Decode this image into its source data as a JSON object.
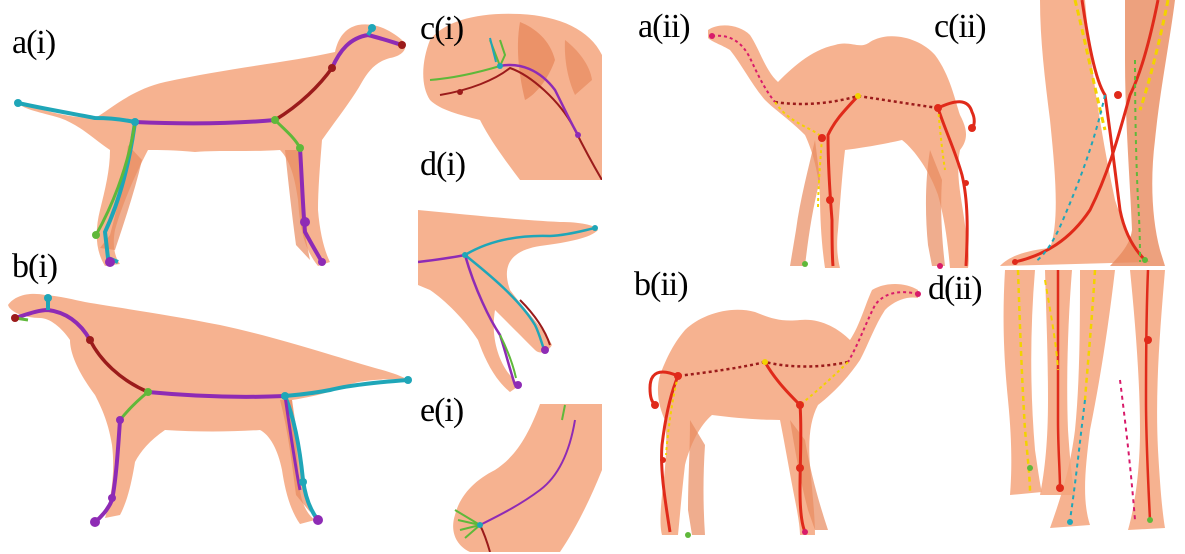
{
  "figure": {
    "panels": [
      {
        "id": "a_i",
        "label": "a(i)"
      },
      {
        "id": "b_i",
        "label": "b(i)"
      },
      {
        "id": "c_i",
        "label": "c(i)"
      },
      {
        "id": "d_i",
        "label": "d(i)"
      },
      {
        "id": "e_i",
        "label": "e(i)"
      },
      {
        "id": "a_ii",
        "label": "a(ii)"
      },
      {
        "id": "b_ii",
        "label": "b(ii)"
      },
      {
        "id": "c_ii",
        "label": "c(ii)"
      },
      {
        "id": "d_ii",
        "label": "d(ii)"
      }
    ]
  },
  "colors": {
    "mesh": "#f4a47c",
    "mesh_dark": "#e88a5e",
    "skeleton_purple": "#8e2bb5",
    "skeleton_cyan": "#1fa6b8",
    "skeleton_darkred": "#9b1b1b",
    "skeleton_green": "#5fb83a",
    "skeleton_red": "#e02a1a",
    "skeleton_yellow": "#f2d200",
    "skeleton_magenta": "#d81b6a"
  }
}
